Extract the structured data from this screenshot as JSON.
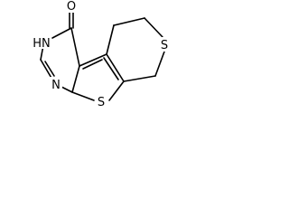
{
  "molecule": {
    "atoms": {
      "oxygen": "O",
      "nh": "HN",
      "n_lower": "N",
      "s_thiophene": "S",
      "s_ring": "S"
    }
  }
}
